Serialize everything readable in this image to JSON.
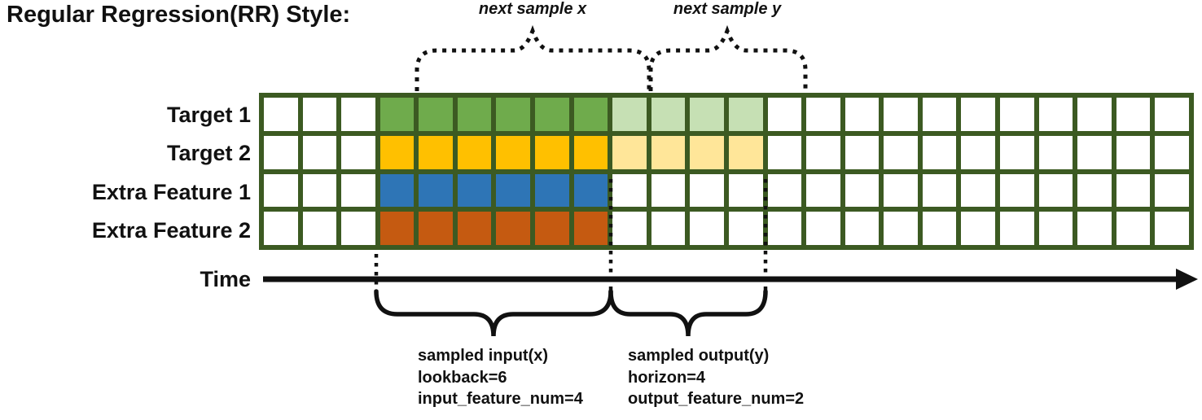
{
  "title": "Regular Regression(RR) Style:",
  "colors": {
    "ink": "#111111",
    "grid_border": "#3c5a22",
    "empty_cell": "#ffffff",
    "target1_input": "#6fab4c",
    "target1_output": "#c6e0b4",
    "target2_input": "#ffc000",
    "target2_output": "#ffe699",
    "extra_feature1_input": "#2e75b6",
    "extra_feature2_input": "#c55a11"
  },
  "grid": {
    "num_columns": 24,
    "num_rows": 4,
    "input_start_col": 3,
    "lookback": 6,
    "horizon": 4,
    "rows": [
      {
        "label": "Target 1",
        "input_color": "#6fab4c",
        "output_color": "#c6e0b4"
      },
      {
        "label": "Target 2",
        "input_color": "#ffc000",
        "output_color": "#ffe699"
      },
      {
        "label": "Extra Feature 1",
        "input_color": "#2e75b6",
        "output_color": "#ffffff"
      },
      {
        "label": "Extra Feature 2",
        "input_color": "#c55a11",
        "output_color": "#ffffff"
      }
    ]
  },
  "labels": {
    "next_sample_x": "next sample x",
    "next_sample_y": "next sample y",
    "time": "Time"
  },
  "notes": {
    "input": [
      "sampled input(x)",
      "lookback=6",
      "input_feature_num=4"
    ],
    "output": [
      "sampled output(y)",
      "horizon=4",
      "output_feature_num=2"
    ]
  }
}
